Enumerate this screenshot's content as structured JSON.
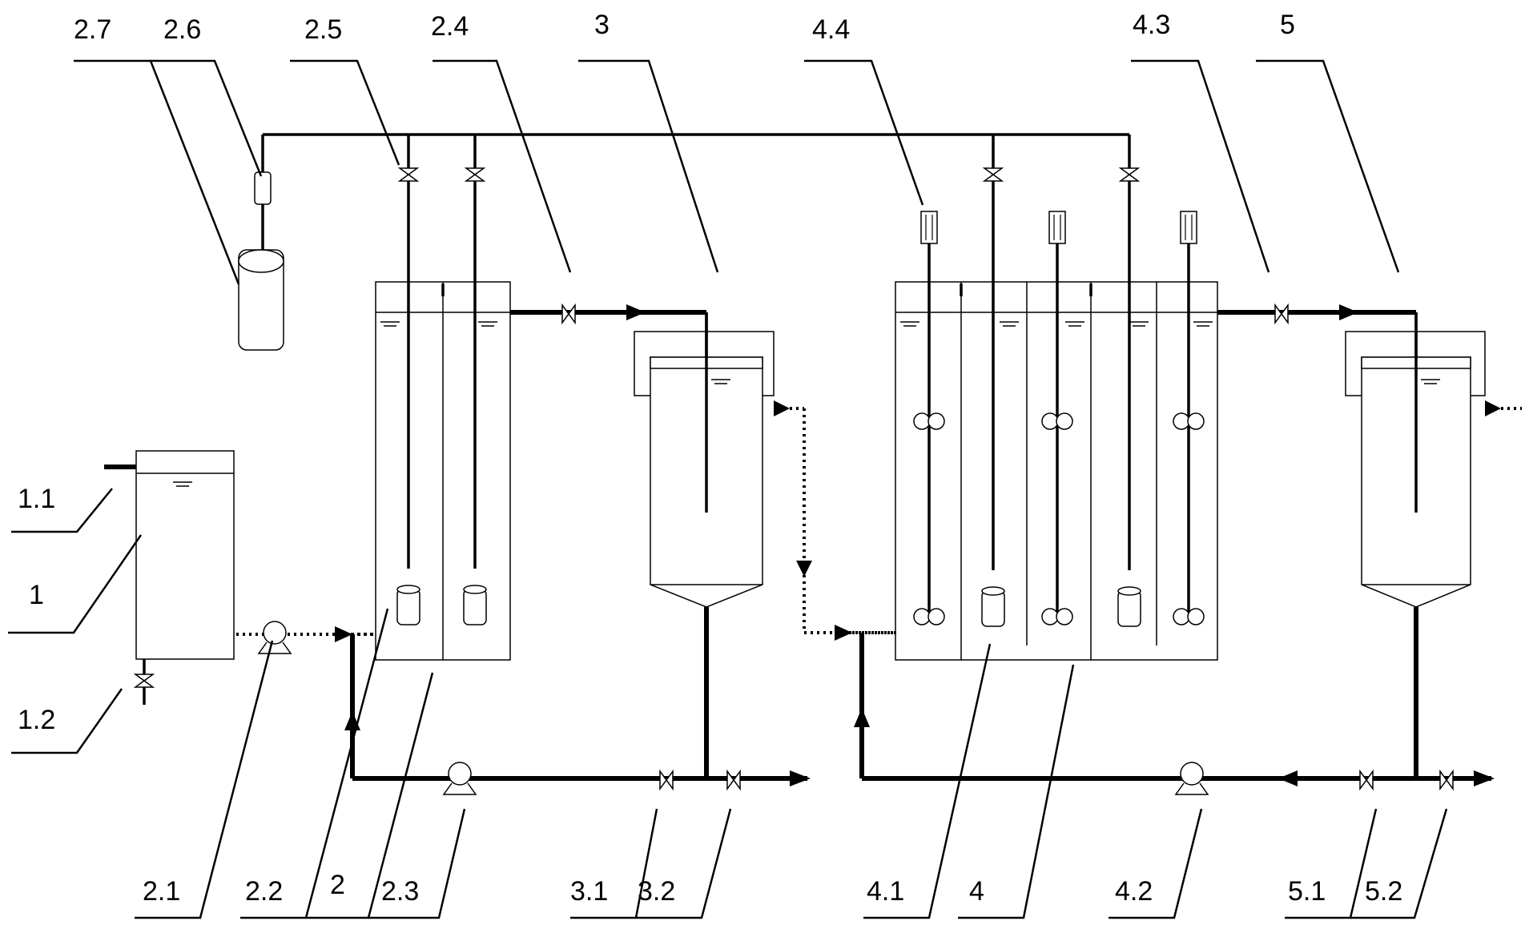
{
  "labels": {
    "l1": "1",
    "l1_1": "1.1",
    "l1_2": "1.2",
    "l2": "2",
    "l2_1": "2.1",
    "l2_2": "2.2",
    "l2_3": "2.3",
    "l2_4": "2.4",
    "l2_5": "2.5",
    "l2_6": "2.6",
    "l2_7": "2.7",
    "l3": "3",
    "l3_1": "3.1",
    "l3_2": "3.2",
    "l4": "4",
    "l4_1": "4.1",
    "l4_2": "4.2",
    "l4_3": "4.3",
    "l4_4": "4.4",
    "l5": "5",
    "l5_1": "5.1",
    "l5_2": "5.2"
  }
}
